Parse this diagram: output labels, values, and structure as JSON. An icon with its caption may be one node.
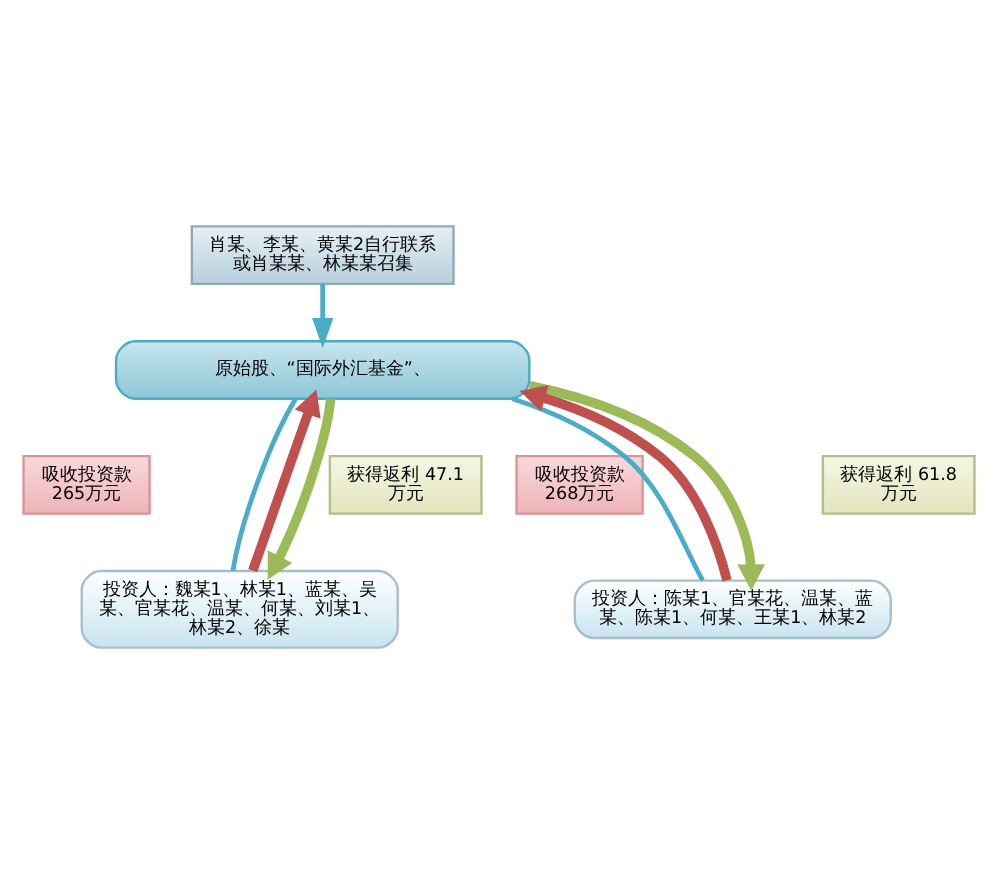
{
  "diagram": {
    "nodes": [
      {
        "text": [
          "肖某、李某、黄某2自行联系或肖某某、林某某召集"
        ]
      },
      {
        "text": [
          "原始股、“国际外汇基金”、"
        ]
      },
      {
        "text": [
          "吸收投资款265万元"
        ]
      },
      {
        "text": [
          "获得返利 47.1万元"
        ]
      },
      {
        "text": [
          "吸收投资款268万元"
        ]
      },
      {
        "text": [
          "获得返利 61.8万元"
        ]
      },
      {
        "text": [
          "投资人：魏某1、林某1、蓝某、吴某、官某花、温某、何某、刘某1、林某2、徐某"
        ]
      },
      {
        "text": [
          "投资人：陈某1、官某花、温某、蓝某、陈某1、何某、王某1、林某2"
        ]
      }
    ],
    "edges": [
      {
        "from": 0,
        "to": 1,
        "arrow": "to"
      },
      {
        "from": 1,
        "to": 6,
        "arrow": "none"
      },
      {
        "from": 6,
        "to": 1,
        "arrow": "to",
        "color": "#c0504d"
      },
      {
        "from": 1,
        "to": 6,
        "arrow": "to",
        "color": "#9bbb59"
      },
      {
        "from": 1,
        "to": 7,
        "arrow": "none"
      },
      {
        "from": 7,
        "to": 1,
        "arrow": "to",
        "color": "#c0504d"
      },
      {
        "from": 1,
        "to": 7,
        "arrow": "to",
        "color": "#9bbb59"
      }
    ]
  }
}
